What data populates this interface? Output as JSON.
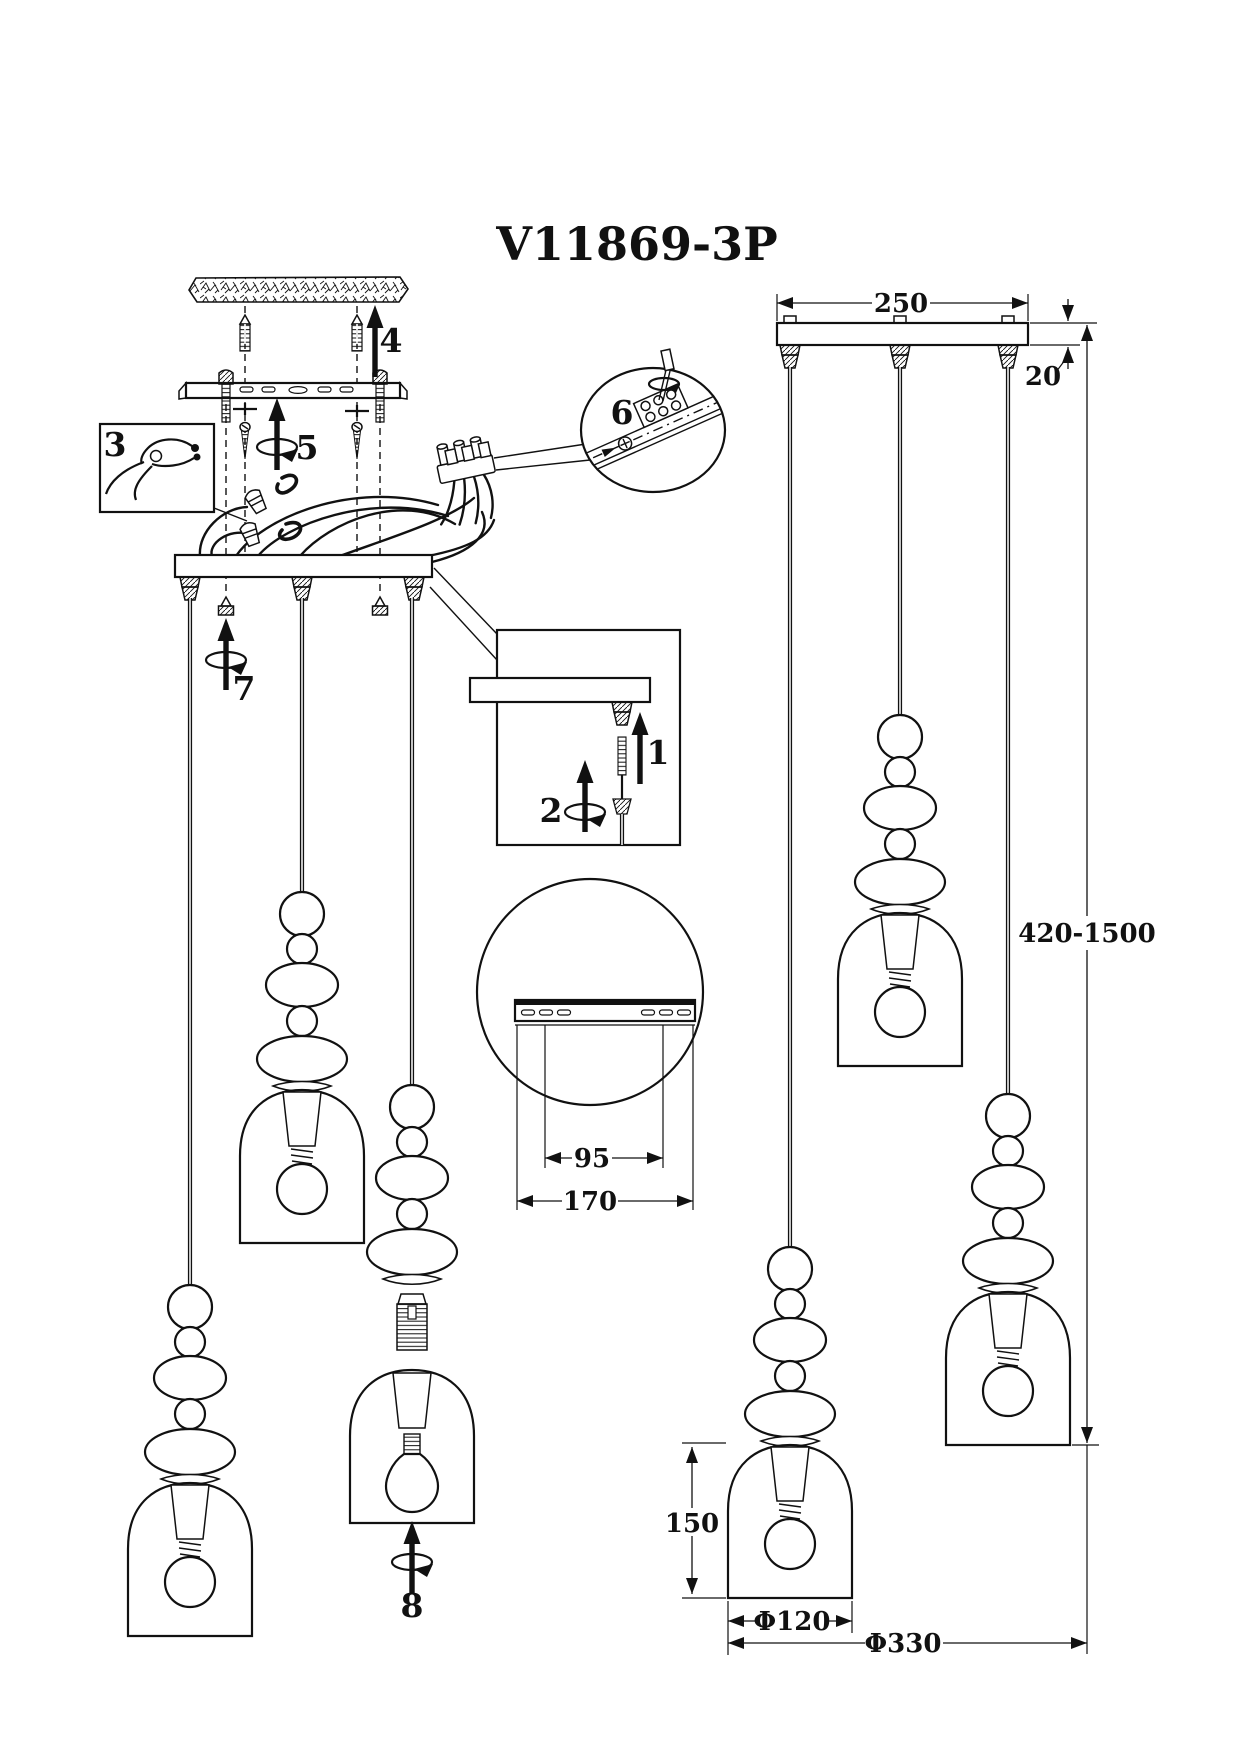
{
  "title": "V11869-3P",
  "colors": {
    "line": "#111111",
    "background": "#ffffff"
  },
  "steps": {
    "step1": "1",
    "step2": "2",
    "step3": "3",
    "step4": "4",
    "step5": "5",
    "step6": "6",
    "step7": "7",
    "step8": "8"
  },
  "dimensions": {
    "canopy_width": "250",
    "canopy_thickness": "20",
    "suspension_range": "420-1500",
    "shade_height": "150",
    "shade_diameter": "Φ120",
    "fixture_diameter": "Φ330",
    "bracket_hole_spacing": "95",
    "bracket_length": "170"
  }
}
